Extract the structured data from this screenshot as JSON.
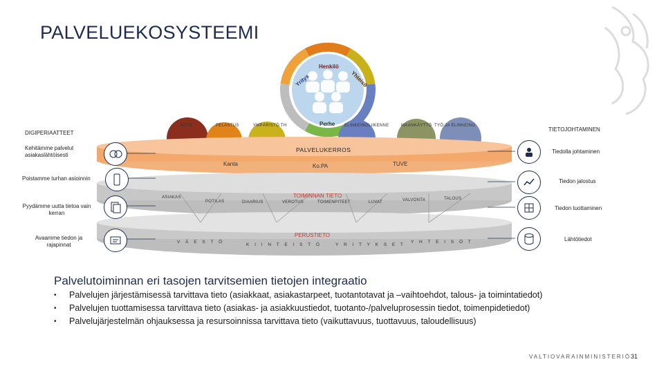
{
  "title": "PALVELUEKOSYSTEEMI",
  "ring_labels": [
    "Henkilö",
    "Yritys",
    "Yhteisö",
    "Perhe"
  ],
  "pillars": {
    "sote": "SOTE",
    "pelastus": "PELASTUS",
    "ymparisto": "YMPÄRISTÖ TH",
    "elinkeino": "ELINKEINOLIIKENNE",
    "maankaytto": "MAANKÄYTTÖ",
    "tyo": "TYÖ JA ELINKEINO"
  },
  "left": {
    "principles": "DIGIPERIAATTEET",
    "customer": "Kehitämme palvelut asiakaslähtöisesti",
    "redundant": "Poistamme turhan asioinnin",
    "once": "Pyydämme uutta tietoa vain kerran",
    "open": "Avaamme tiedon ja rajapinnat"
  },
  "right": {
    "management": "TIETOJOHTAMINEN",
    "lead": "Tiedolla johtaminen",
    "refine": "Tiedon jalostus",
    "produce": "Tiedon tuottaminen",
    "source": "Lähtötiedot"
  },
  "layers": {
    "service": "PALVELUKERROS",
    "kanta": "Kanta",
    "kopa": "Ko.PA",
    "tuve": "TUVE",
    "operations": "TOIMINNAN TIETO",
    "basic": "PERUSTIETO"
  },
  "ops_items": {
    "asiakas": "ASIAKAS",
    "potilas": "POTILAS",
    "diaarius": "DIAARIUS",
    "verotus": "VEROTUS",
    "toimenpiteet": "TOIMENPITEET",
    "luvat": "LUVAT",
    "valvonta": "VALVONTA",
    "talous": "TALOUS"
  },
  "basic_items": {
    "vaesto": "V Ä E S T Ö",
    "kiinteisto": "K I I N T E I S T Ö",
    "yritykset": "Y R I T Y K S E T",
    "yhteiso": "Y H T E I S Ö T"
  },
  "heading": "Palvelutoiminnan eri tasojen tarvitsemien tietojen integraatio",
  "bullets": [
    "Palvelujen järjestämisessä tarvittava tieto (asiakkaat, asiakastarpeet, tuotantotavat ja –vaihtoehdot, talous- ja toimintatiedot)",
    "Palvelujen tuottamisessa tarvittava tieto (asiakas- ja asiakkuustiedot, tuotanto-/palveluprosessin tiedot, toimenpidetiedot)",
    "Palvelujärjestelmän ohjauksessa ja resursoinnissa tarvittava tieto (vaikuttavuus, tuottavuus, taloudellisuus)"
  ],
  "footer": "VALTIOVARAINMINISTERIÖ",
  "page_number": "31",
  "colors": {
    "title": "#1d2b4f",
    "sote": "#8b2e1e",
    "pelastus": "#e0841a",
    "ymparisto": "#c9b21b",
    "elinkeino": "#6a7fc0",
    "maankaytto": "#8c9463",
    "tyo": "#7d8fb8",
    "layer_orange": "#f2a96b",
    "layer_grey": "#c7c7c7"
  }
}
